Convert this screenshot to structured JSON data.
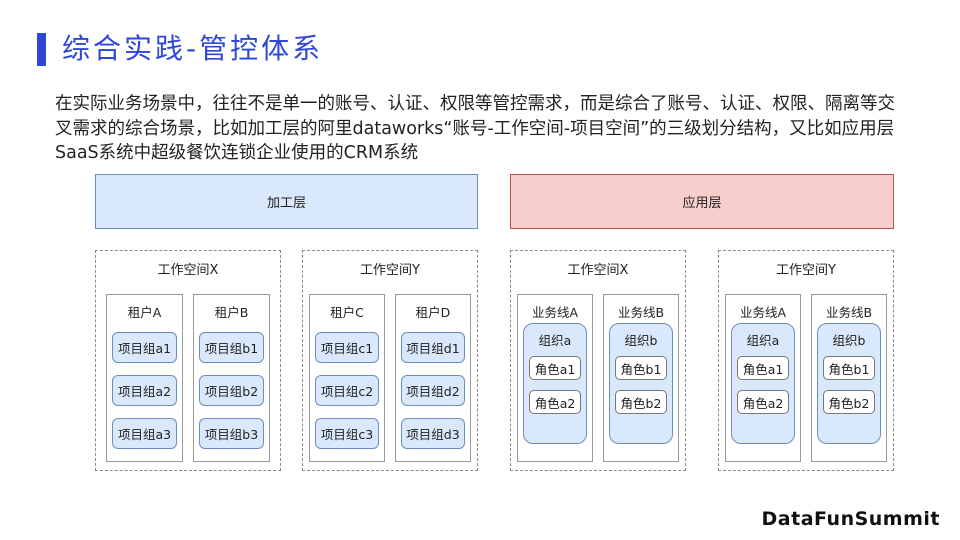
{
  "title": "综合实践-管控体系",
  "intro": "在实际业务场景中，往往不是单一的账号、认证、权限等管控需求，而是综合了账号、认证、权限、隔离等交叉需求的综合场景，比如加工层的阿里dataworks“账号-工作空间-项目空间”的三级划分结构，又比如应用层SaaS系统中超级餐饮连锁企业使用的CRM系统",
  "layers": {
    "processing": "加工层",
    "application": "应用层"
  },
  "processing_workspaces": [
    {
      "title": "工作空间X",
      "tenants": [
        {
          "name": "租户A",
          "groups": [
            "项目组a1",
            "项目组a2",
            "项目组a3"
          ]
        },
        {
          "name": "租户B",
          "groups": [
            "项目组b1",
            "项目组b2",
            "项目组b3"
          ]
        }
      ]
    },
    {
      "title": "工作空间Y",
      "tenants": [
        {
          "name": "租户C",
          "groups": [
            "项目组c1",
            "项目组c2",
            "项目组c3"
          ]
        },
        {
          "name": "租户D",
          "groups": [
            "项目组d1",
            "项目组d2",
            "项目组d3"
          ]
        }
      ]
    }
  ],
  "application_workspaces": [
    {
      "title": "工作空间X",
      "lines": [
        {
          "name": "业务线A",
          "org": "组织a",
          "roles": [
            "角色a1",
            "角色a2"
          ]
        },
        {
          "name": "业务线B",
          "org": "组织b",
          "roles": [
            "角色b1",
            "角色b2"
          ]
        }
      ]
    },
    {
      "title": "工作空间Y",
      "lines": [
        {
          "name": "业务线A",
          "org": "组织a",
          "roles": [
            "角色a1",
            "角色a2"
          ]
        },
        {
          "name": "业务线B",
          "org": "组织b",
          "roles": [
            "角色b1",
            "角色b2"
          ]
        }
      ]
    }
  ],
  "brand": "DataFunSummit",
  "colors": {
    "accent": "#2f47d6",
    "processing_fill": "#dae8fc",
    "application_fill": "#f8cecc"
  }
}
